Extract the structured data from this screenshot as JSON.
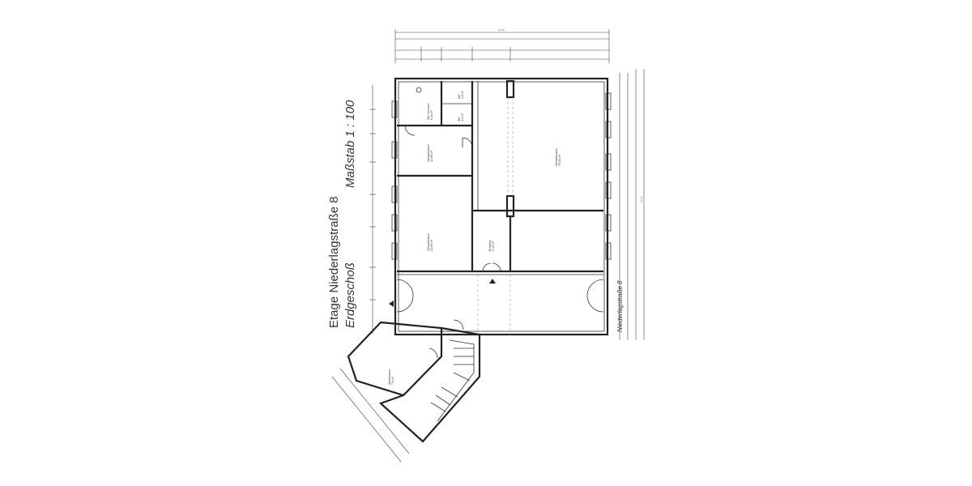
{
  "plan": {
    "title_line1": "Etage Niederlagstraße 8",
    "title_line2": "Erdgeschoß",
    "scale": "Maßstab 1 : 100",
    "street_label": "Niederlagstraße 8",
    "rooms": [
      {
        "name": "WC-Vorraum",
        "area": "6,10 m²"
      },
      {
        "name": "WC",
        "area": "1,6 m²"
      },
      {
        "name": "WC",
        "area": "1,6 m²"
      },
      {
        "name": "Verkaufsraum",
        "area": "12,08 m²"
      },
      {
        "name": "Verkaufsraum",
        "area": "75,33 m²"
      },
      {
        "name": "Verkaufsraum",
        "area": "22,60 m²"
      },
      {
        "name": "Eingang",
        "area": "6,14 m²"
      },
      {
        "name": "Abstellraum",
        "area": "7,6 m²"
      }
    ],
    "dimensions": {
      "overall_width": "13,24",
      "overall_depth": "10,42"
    }
  }
}
